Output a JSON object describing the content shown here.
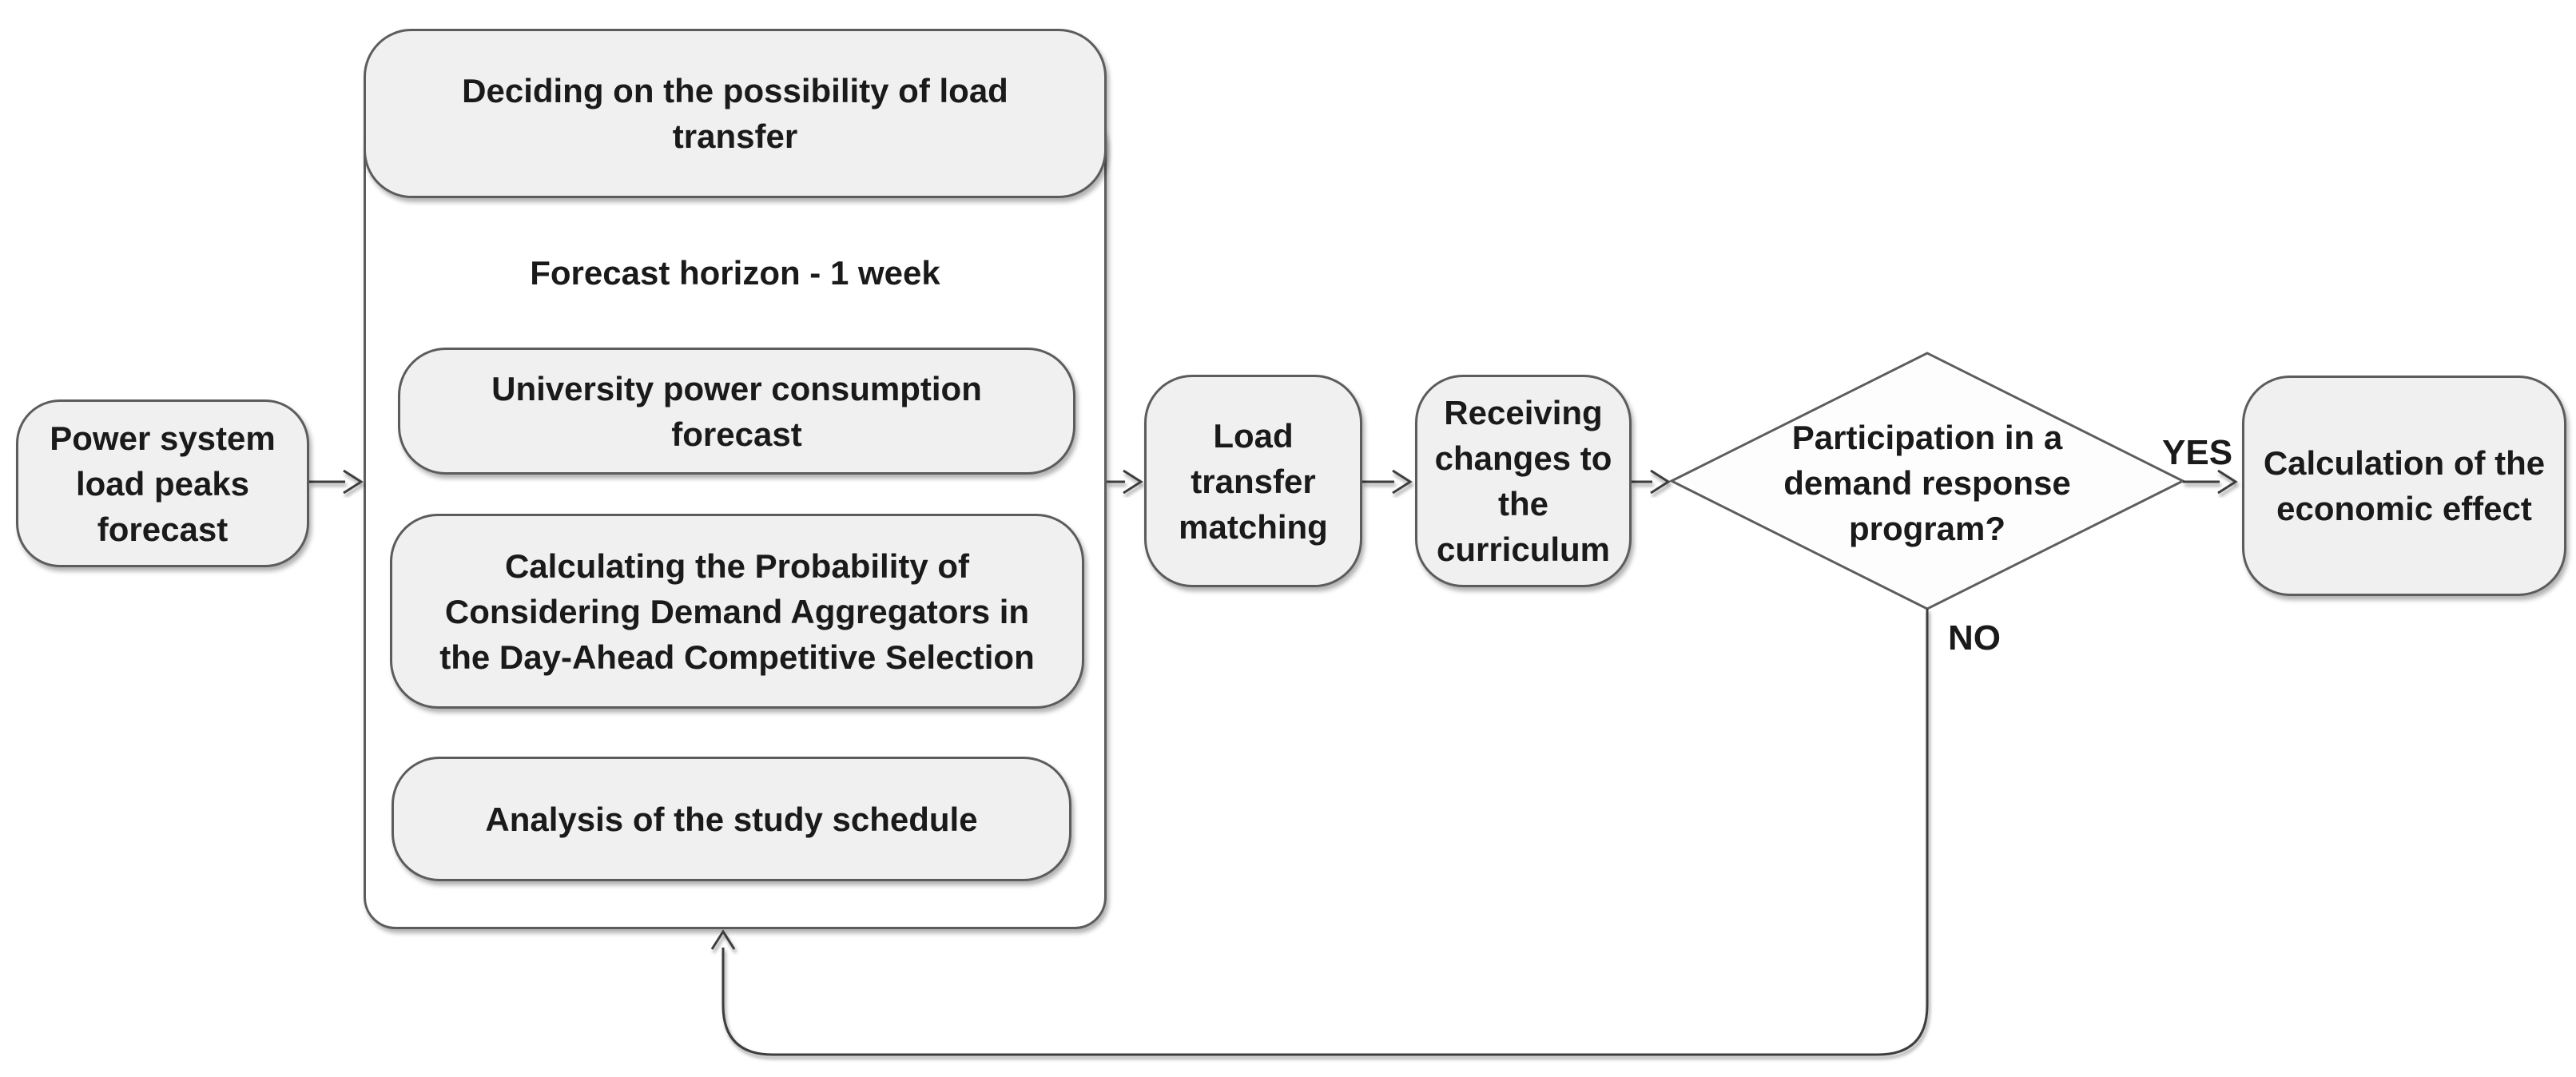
{
  "diagram": {
    "title": "Load transfer decision flowchart",
    "colors": {
      "node_fill": "#f0f0f0",
      "node_border": "#5c5c5c",
      "line": "#3d3d3d",
      "text": "#1a1a1a",
      "container_fill": "#ffffff"
    },
    "nodes": {
      "power_forecast": {
        "label": "Power system\nload peaks\nforecast"
      },
      "deciding": {
        "label": "Deciding on the possibility of load\ntransfer"
      },
      "forecast_horizon": {
        "label": "Forecast horizon - 1 week"
      },
      "university_forecast": {
        "label": "University power consumption\nforecast"
      },
      "calculating_probability": {
        "label": "Calculating the Probability of\nConsidering Demand Aggregators in\nthe Day-Ahead Competitive Selection"
      },
      "analysis_schedule": {
        "label": "Analysis of the study schedule"
      },
      "load_transfer": {
        "label": "Load\ntransfer\nmatching"
      },
      "receiving_changes": {
        "label": "Receiving\nchanges to\nthe\ncurriculum"
      },
      "participation_decision": {
        "label": "Participation in a\ndemand response\nprogram?"
      },
      "economic_effect": {
        "label": "Calculation of the\neconomic effect"
      }
    },
    "edge_labels": {
      "yes": "YES",
      "no": "NO"
    }
  }
}
